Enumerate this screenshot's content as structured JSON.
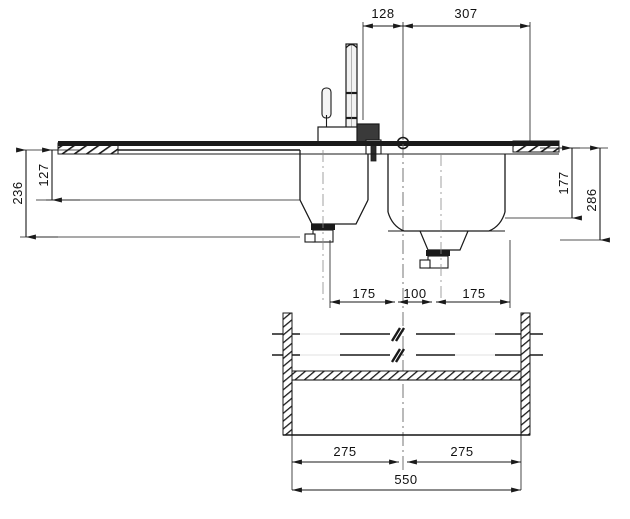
{
  "drawing": {
    "title": "Kitchen sink with drainer — sectional elevation and plan",
    "units": "mm",
    "line_color": "#1a1a1a",
    "hatch_color": "#222222",
    "centerline_color": "#555555",
    "background": "#ffffff"
  },
  "dimensions": {
    "top": [
      {
        "name": "tap-to-centre",
        "value": "128"
      },
      {
        "name": "centre-to-right-edge",
        "value": "307"
      }
    ],
    "left": [
      {
        "name": "worktop-to-bowl-base",
        "value": "127"
      },
      {
        "name": "overall-left-height",
        "value": "236"
      }
    ],
    "right": [
      {
        "name": "worktop-to-right-bowl-base",
        "value": "177"
      },
      {
        "name": "overall-right-height",
        "value": "286"
      }
    ],
    "middle": [
      {
        "name": "left-waste-offset",
        "value": "175"
      },
      {
        "name": "between-wastes",
        "value": "100"
      },
      {
        "name": "right-waste-offset",
        "value": "175"
      }
    ],
    "bottom": [
      {
        "name": "cabinet-half-left",
        "value": "275"
      },
      {
        "name": "cabinet-half-right",
        "value": "275"
      },
      {
        "name": "cabinet-overall-width",
        "value": "550"
      }
    ]
  },
  "annotations": {
    "break_symbol": "break-line",
    "centre_mark": "tap-hole-centre"
  }
}
